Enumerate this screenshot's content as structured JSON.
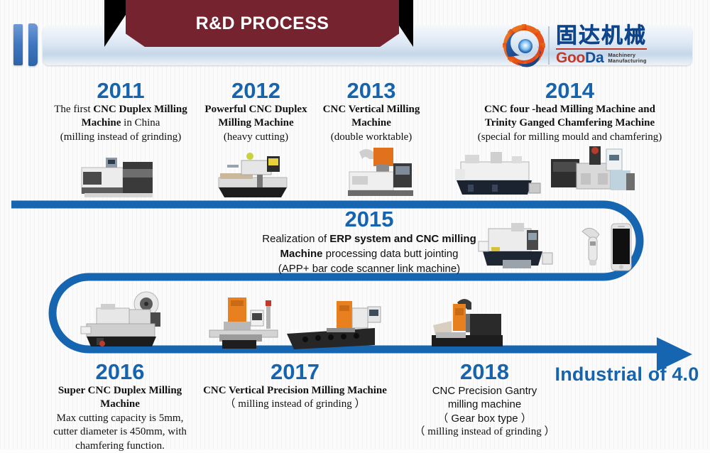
{
  "header": {
    "title": "R&D PROCESS",
    "accent_red": "#75232f",
    "accent_blue": "#1663ae",
    "logo": {
      "mark": "gear-swirl-icon",
      "chinese_name": "固达机械",
      "brand_first": "Goo",
      "brand_second": "Da",
      "tagline_line1": "Machinery",
      "tagline_line2": "Manufacturing"
    }
  },
  "timeline": {
    "milestones": [
      {
        "year": "2011",
        "lines": [
          {
            "text": "The first ",
            "bold": false
          },
          {
            "text": "CNC Duplex Milling Machine",
            "bold": true
          },
          {
            "text": " in China",
            "bold": false
          }
        ],
        "plain": "The first CNC Duplex Milling Machine in China",
        "note": "(milling instead of grinding)",
        "machine_alt": "cnc-duplex-milling-machine-2011"
      },
      {
        "year": "2012",
        "plain": "Powerful CNC Duplex Milling Machine",
        "note": "(heavy cutting)",
        "machine_alt": "powerful-cnc-duplex-milling-machine-2012"
      },
      {
        "year": "2013",
        "plain": "CNC Vertical Milling Machine",
        "note": "(double worktable)",
        "machine_alt": "cnc-vertical-milling-machine-2013"
      },
      {
        "year": "2014",
        "plain": "CNC four -head Milling Machine and Trinity Ganged Chamfering Machine",
        "note": "(special for milling mould and chamfering)",
        "machine_alt": "cnc-four-head-milling-and-chamfering-2014"
      },
      {
        "year": "2015",
        "plain": "Realization of ERP system and CNC milling Machine processing data butt jointing",
        "note": "(APP+ bar code scanner link machine)",
        "machine_alt": "cnc-machine-barcode-scanner-phone-2015"
      },
      {
        "year": "2016",
        "plain": "Super CNC Duplex Milling Machine",
        "note": "Max cutting capacity  is 5mm, cutter diameter is 450mm, with chamfering function.",
        "machine_alt": "super-cnc-duplex-milling-machine-2016"
      },
      {
        "year": "2017",
        "plain": "CNC Vertical Precision Milling Machine",
        "note": "（ milling instead of grinding ）",
        "machine_alt": "cnc-vertical-precision-milling-machine-2017"
      },
      {
        "year": "2018",
        "plain": "CNC Precision Gantry milling machine",
        "note": "（ Gear box type ）",
        "note2": "（ milling instead of grinding ）",
        "machine_alt": "cnc-precision-gantry-milling-machine-2018"
      }
    ],
    "end_label": "Industrial of 4.0"
  },
  "blocks": {
    "y2011": {
      "year": "2011",
      "l1a": "The first ",
      "l1b": "CNC Duplex Milling",
      "l2b": "Machine",
      "l2a": " in China",
      "note": "(milling instead of grinding)"
    },
    "y2012": {
      "year": "2012",
      "l1": "Powerful CNC Duplex",
      "l2": "Milling Machine",
      "note": "(heavy cutting)"
    },
    "y2013": {
      "year": "2013",
      "l1": "CNC Vertical Milling",
      "l2": "Machine",
      "note": "(double worktable)"
    },
    "y2014": {
      "year": "2014",
      "l1": "CNC four -head Milling Machine and",
      "l2": "Trinity Ganged Chamfering Machine",
      "note": "(special for milling mould and chamfering)"
    },
    "y2015": {
      "year": "2015",
      "l1a": "Realization of ",
      "l1b": "ERP system and CNC milling",
      "l2b": "Machine",
      "l2a": " processing data butt jointing",
      "note": "(APP+ bar code scanner link machine)"
    },
    "y2016": {
      "year": "2016",
      "l1": "Super CNC Duplex Milling",
      "l2": "Machine",
      "n1": "Max cutting capacity  is 5mm,",
      "n2": "cutter diameter is 450mm, with",
      "n3": "chamfering function."
    },
    "y2017": {
      "year": "2017",
      "l1": "CNC Vertical Precision Milling Machine",
      "note": "（ milling instead of grinding ）"
    },
    "y2018": {
      "year": "2018",
      "l1": "CNC Precision Gantry",
      "l2": "milling machine",
      "l3": "（ Gear box type ）",
      "note": "（ milling instead of grinding ）"
    }
  }
}
